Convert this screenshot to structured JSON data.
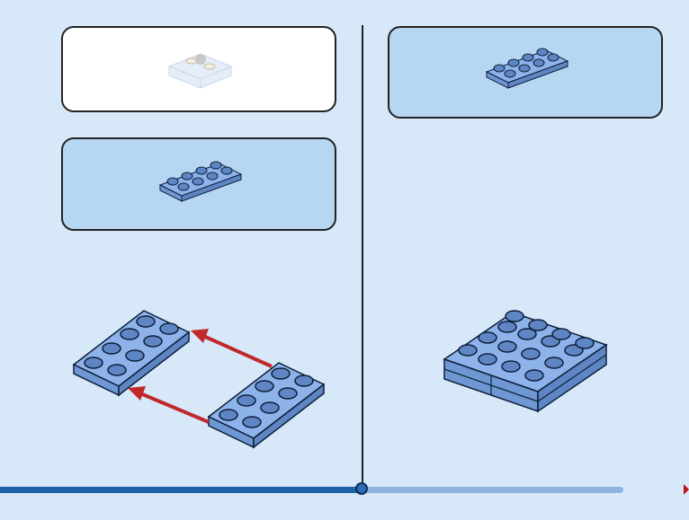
{
  "instruction": {
    "parts_list_1": {
      "part": "ghost-assembly-icon"
    },
    "parts_list_2": {
      "part": "plate-2x4-icon",
      "color": "#7ea6e0"
    },
    "parts_list_3": {
      "part": "plate-2x4-icon",
      "color": "#7ea6e0"
    },
    "step_left": {
      "action": "attach-two-plates",
      "arrow_color": "#c0282c"
    },
    "step_right": {
      "result": "combined-plate-assembly"
    }
  },
  "progress": {
    "fraction": 0.52
  },
  "colors": {
    "background": "#d7e8f8",
    "brick": "#7ea6e0",
    "brick_top": "#8db3ea",
    "brick_side": "#5f86c4",
    "outline": "#0d1f3a",
    "arrow": "#c0282c",
    "progress_fill": "#1e62a8",
    "progress_track": "#8eb4df"
  }
}
